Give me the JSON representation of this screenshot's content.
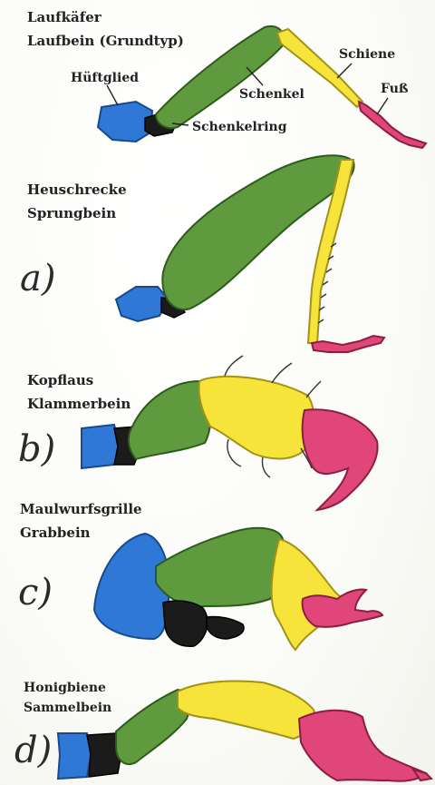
{
  "sections": [
    {
      "title_line1": "Laufkäfer",
      "title_line2": "Laufbein (Grundtyp)",
      "letter": "",
      "parts": {
        "coxa": "Hüftglied",
        "trochanter": "Schenkelring",
        "femur": "Schenkel",
        "tibia": "Schiene",
        "tarsus": "Fuß"
      }
    },
    {
      "title_line1": "Heuschrecke",
      "title_line2": "Sprungbein",
      "letter": "a)"
    },
    {
      "title_line1": "Kopflaus",
      "title_line2": "Klammerbein",
      "letter": "b)"
    },
    {
      "title_line1": "Maulwurfsgrille",
      "title_line2": "Grabbein",
      "letter": "c)"
    },
    {
      "title_line1": "Honigbiene",
      "title_line2": "Sammelbein",
      "letter": "d)"
    }
  ],
  "colors": {
    "coxa": "#2f78d6",
    "trochanter": "#1b1b1b",
    "femur": "#5f9a3e",
    "tibia": "#f6e43a",
    "tarsus": "#e0467a"
  }
}
